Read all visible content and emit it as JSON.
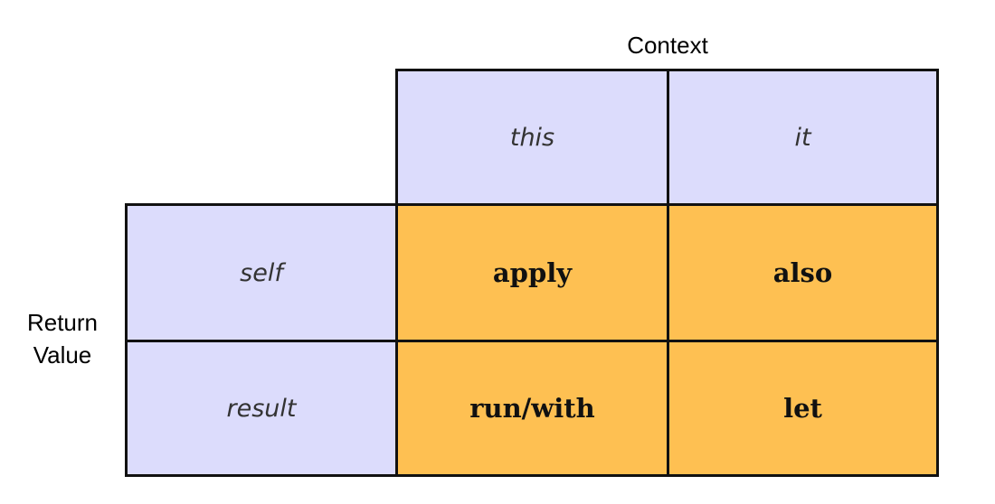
{
  "axes": {
    "column_axis_label": "Context",
    "row_axis_label_line1": "Return",
    "row_axis_label_line2": "Value"
  },
  "column_headers": [
    "this",
    "it"
  ],
  "row_headers": [
    "self",
    "result"
  ],
  "cells": [
    [
      "apply",
      "also"
    ],
    [
      "run/with",
      "let"
    ]
  ],
  "colors": {
    "header_fill": "#dcdcfc",
    "function_fill": "#fec052",
    "border": "#111111"
  }
}
